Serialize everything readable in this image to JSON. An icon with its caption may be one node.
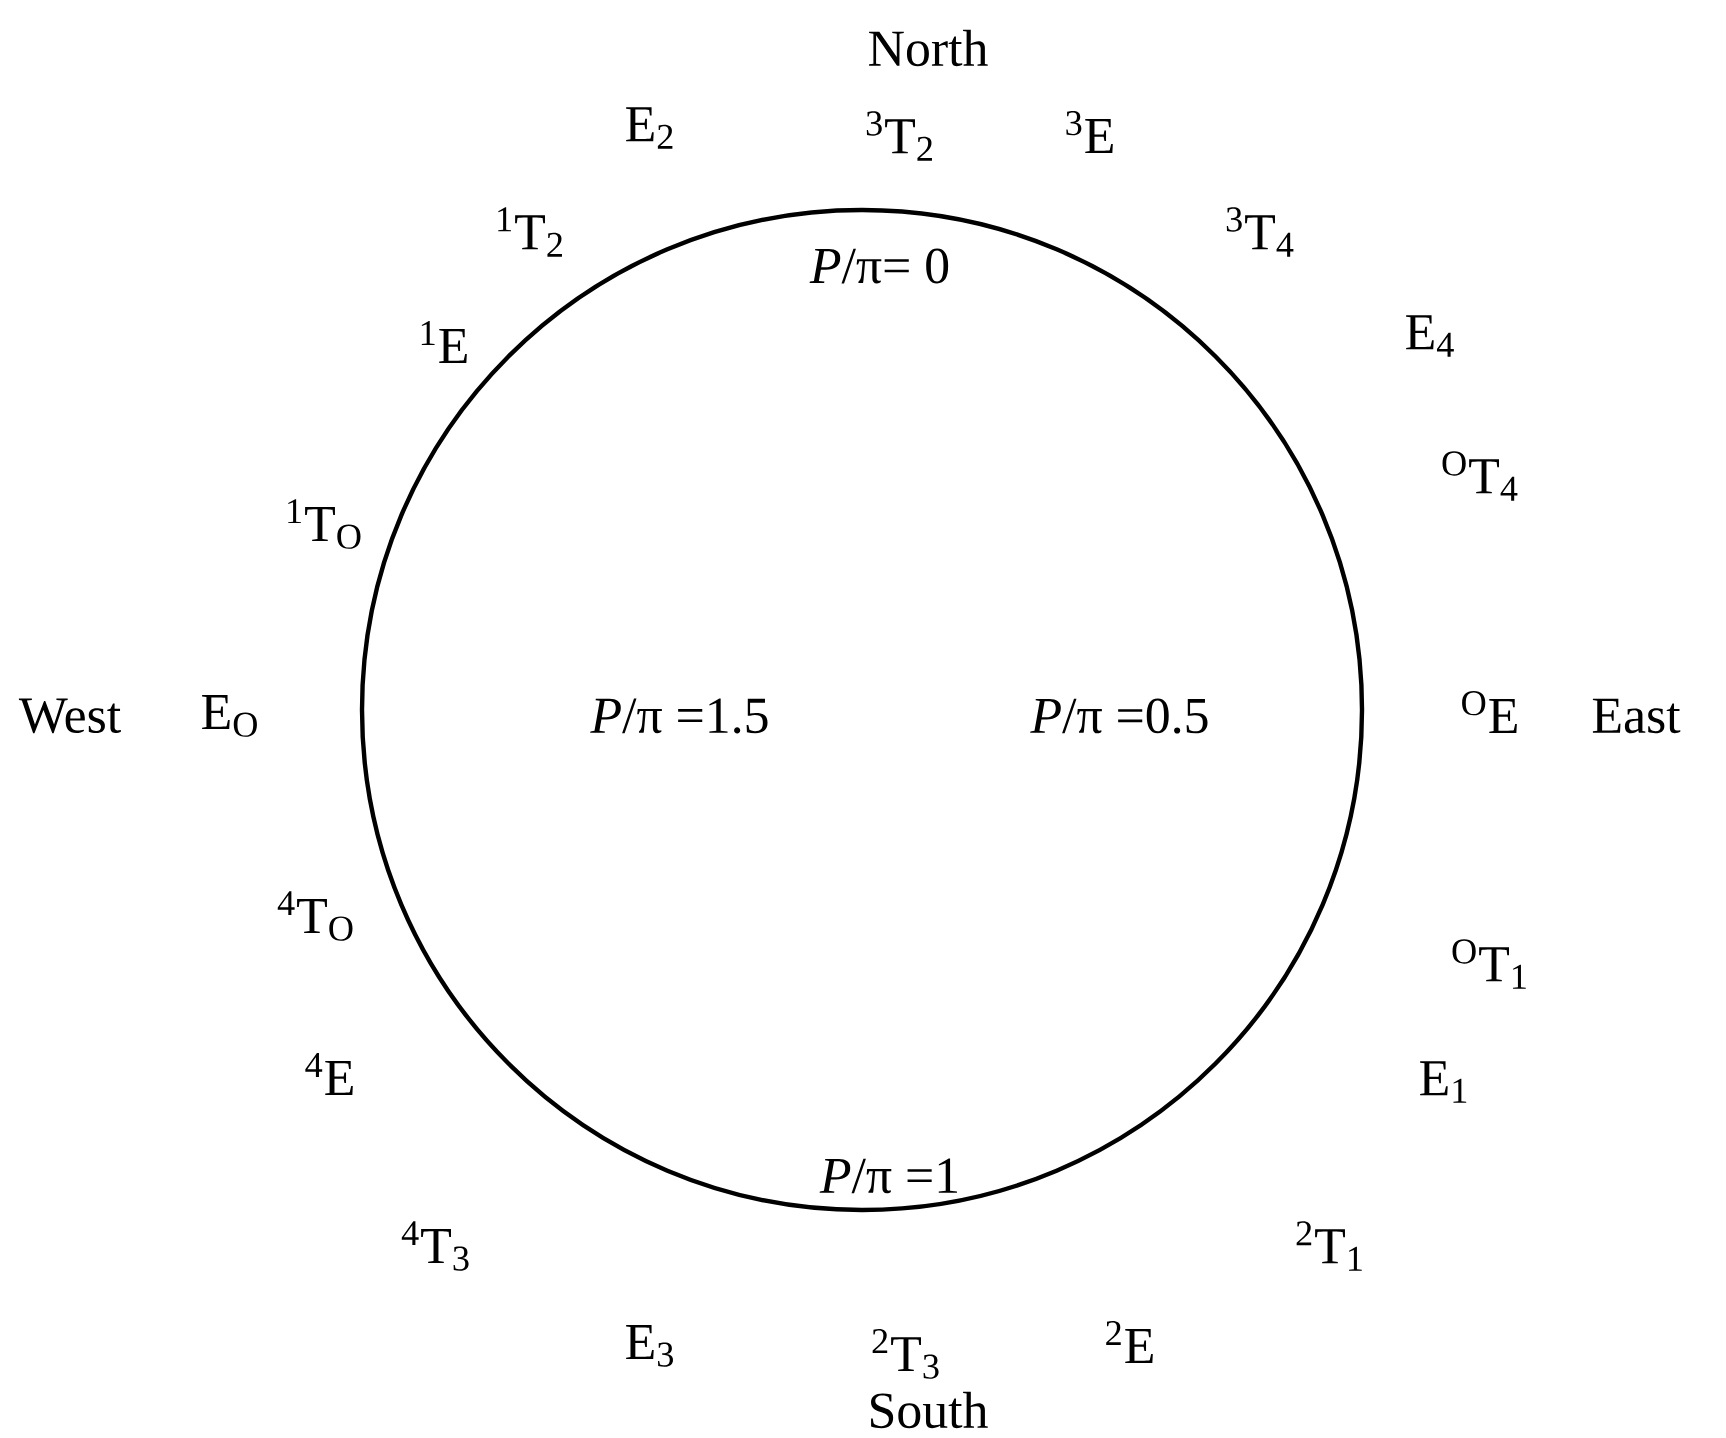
{
  "diagram": {
    "labels": [
      "North",
      "E$_{2}$",
      "$^{3}$T$_{2}$",
      "$^{3}$E",
      "$^{1}$T$_{2}$",
      "$^{3}$T$_{4}$",
      "*P*/π= 0",
      "$^{1}$E",
      "E$_{4}$",
      "$^{O}$T$_{4}$",
      "$^{1}$T$_{O}$",
      "West",
      "E$_{O}$",
      "*P*/π =1.5",
      "*P*/π =0.5",
      "$^{O}$E",
      "East",
      "$^{4}$T$_{O}$",
      "$^{O}$T$_{1}$",
      "$^{4}$E",
      "E$_{1}$",
      "*P*/π =1",
      "$^{4}$T$_{3}$",
      "$^{2}$T$_{1}$",
      "E$_{3}$",
      "$^{2}$T$_{3}$",
      "$^{2}$E",
      "South"
    ]
  }
}
